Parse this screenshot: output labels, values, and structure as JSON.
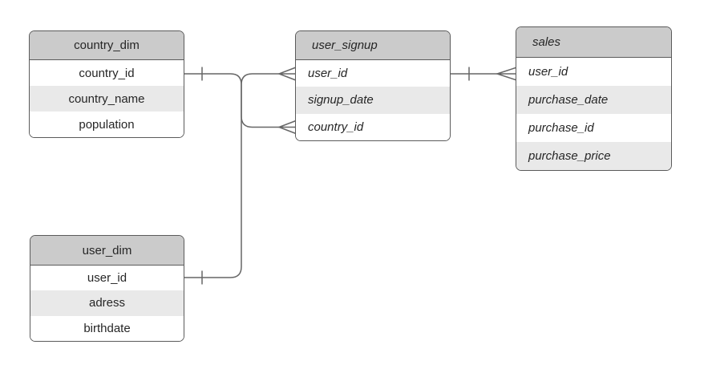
{
  "diagram": {
    "type": "entity-relationship",
    "tables": [
      {
        "id": "country_dim",
        "title": "country_dim",
        "text_style": "plain",
        "columns": [
          "country_id",
          "country_name",
          "population"
        ]
      },
      {
        "id": "user_signup",
        "title": "user_signup",
        "text_style": "italic",
        "columns": [
          "user_id",
          "signup_date",
          "country_id"
        ]
      },
      {
        "id": "sales",
        "title": "sales",
        "text_style": "italic",
        "columns": [
          "user_id",
          "purchase_date",
          "purchase_id",
          "purchase_price"
        ]
      },
      {
        "id": "user_dim",
        "title": "user_dim",
        "text_style": "plain",
        "columns": [
          "user_id",
          "adress",
          "birthdate"
        ]
      }
    ],
    "relationships": [
      {
        "from": "country_dim.country_id",
        "to": "user_signup.country_id",
        "from_cardinality": "one",
        "to_cardinality": "many"
      },
      {
        "from": "user_dim.user_id",
        "to": "user_signup.user_id",
        "from_cardinality": "one",
        "to_cardinality": "many"
      },
      {
        "from": "user_signup.user_id",
        "to": "sales.user_id",
        "from_cardinality": "one",
        "to_cardinality": "many"
      }
    ],
    "colors": {
      "header_bg": "#cbcbcb",
      "row_alt_bg": "#e9e9e9",
      "row_bg": "#ffffff",
      "border_color": "#5b5b5b",
      "line_color": "#666666",
      "text_color": "#262626"
    }
  }
}
